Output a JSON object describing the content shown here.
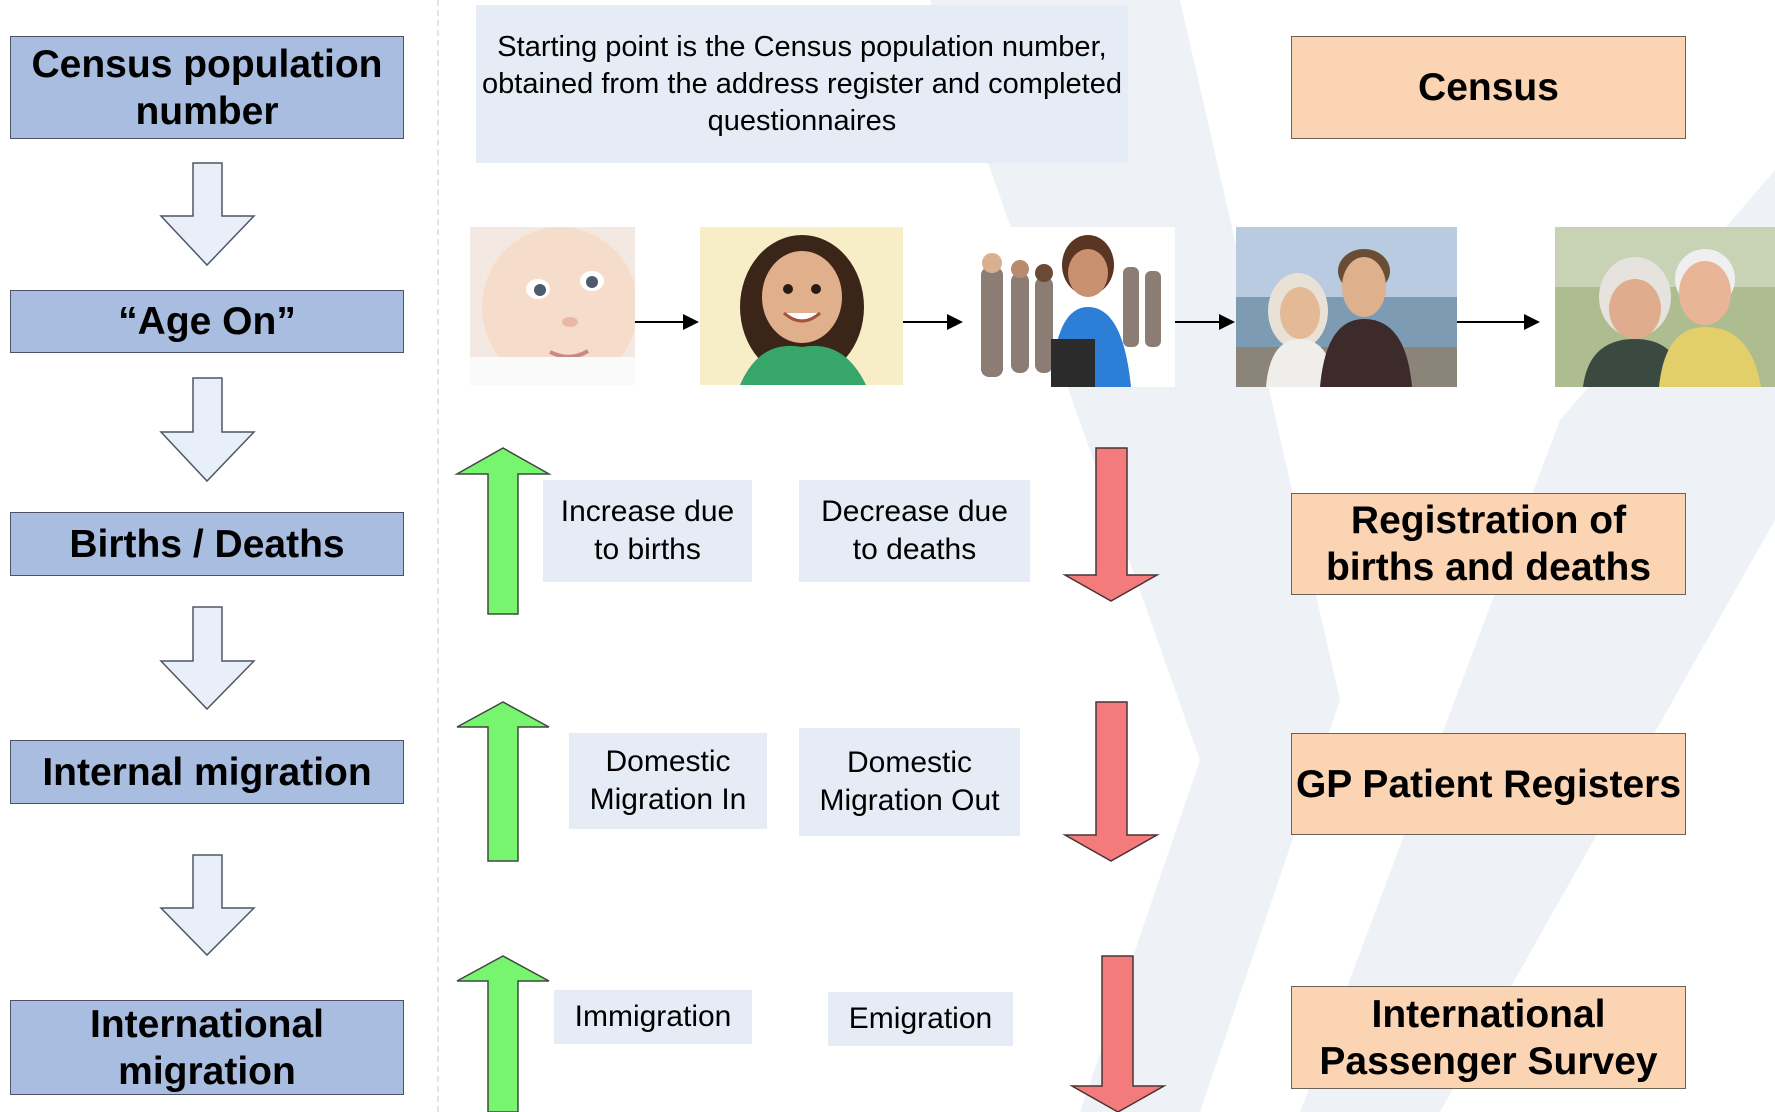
{
  "stages": [
    {
      "id": "census-population",
      "label": "Census population number"
    },
    {
      "id": "age-on",
      "label": "“Age On”"
    },
    {
      "id": "births-deaths",
      "label": "Births / Deaths"
    },
    {
      "id": "internal-migration",
      "label": "Internal migration"
    },
    {
      "id": "international-migration",
      "label": "International migration"
    }
  ],
  "intro_note": "Starting point is the Census population number, obtained from the address register and completed questionnaires",
  "photos": [
    {
      "name": "baby-photo"
    },
    {
      "name": "child-photo"
    },
    {
      "name": "teenagers-photo"
    },
    {
      "name": "young-adults-photo"
    },
    {
      "name": "elderly-couple-photo"
    }
  ],
  "changes": {
    "births": "Increase due to births",
    "deaths": "Decrease due to deaths",
    "domestic_in": "Domestic Migration In",
    "domestic_out": "Domestic Migration Out",
    "immigration": "Immigration",
    "emigration": "Emigration"
  },
  "sources": [
    {
      "id": "census",
      "label": "Census"
    },
    {
      "id": "registration",
      "label": "Registration of births and deaths"
    },
    {
      "id": "gp-registers",
      "label": "GP Patient Registers"
    },
    {
      "id": "ips",
      "label": "International Passenger Survey"
    }
  ],
  "colors": {
    "stage_fill": "#a8bddf",
    "source_fill": "#fbd5b3",
    "note_fill": "#e6ecf6",
    "increase_arrow": "#77f56f",
    "decrease_arrow": "#f47b7b",
    "flow_arrow": "#e9eff8"
  },
  "icons": {
    "increase": "up-arrow-icon",
    "decrease": "down-arrow-icon",
    "flow": "down-hollow-arrow-icon"
  }
}
